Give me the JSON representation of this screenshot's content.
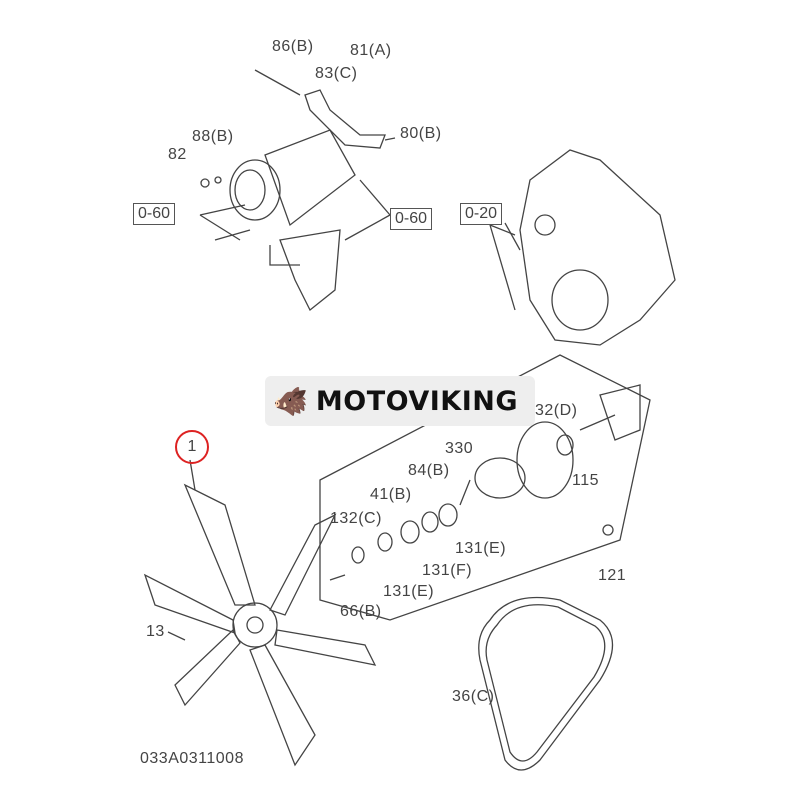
{
  "brand": {
    "name": "MOTOVIKING"
  },
  "diagram_code": "033A0311008",
  "highlighted_part": "1",
  "labels": [
    "86(B)",
    "81(A)",
    "83(C)",
    "80(B)",
    "88(B)",
    "82",
    "32(D)",
    "330",
    "115",
    "84(B)",
    "41(B)",
    "132(C)",
    "131(E)",
    "131(F)",
    "131(E)",
    "66(B)",
    "121",
    "13",
    "36(C)"
  ],
  "ref_boxes": [
    "0-60",
    "0-60",
    "0-20"
  ]
}
